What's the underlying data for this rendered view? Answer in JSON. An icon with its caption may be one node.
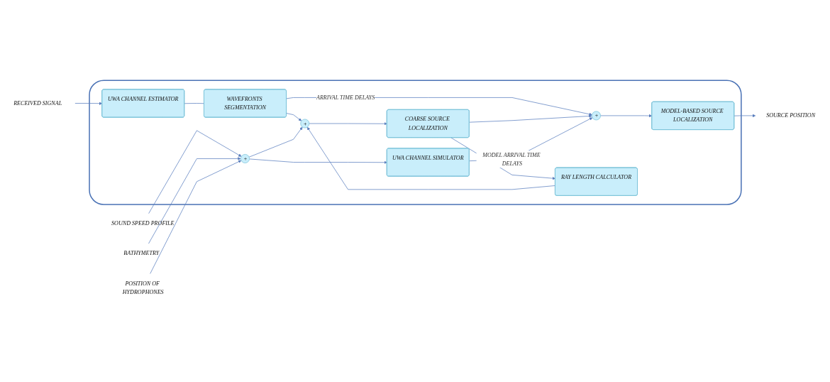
{
  "diagram": {
    "nodes": [
      {
        "text": [
          "RECEIVED SIGNAL"
        ]
      },
      {
        "text": [
          "SOUND SPEED PROFILE"
        ]
      },
      {
        "text": [
          "BATHYMETRY"
        ]
      },
      {
        "text": [
          "POSITION OF HYDROPHONES"
        ]
      },
      {
        "text": [],
        "shape": "box"
      },
      {
        "text": [
          "UWA CHANNEL ESTIMATOR"
        ],
        "in": 4
      },
      {
        "text": [
          "WAVEFRONTS SEGMENTATION"
        ],
        "in": 4
      },
      {
        "text": [
          "COARSE SOURCE LOCALIZATION"
        ],
        "in": 4
      },
      {
        "text": [
          "MODEL-BASED SOURCE LOCALIZATION"
        ],
        "in": 4
      },
      {
        "text": [
          "+"
        ],
        "in": 4
      },
      {
        "text": [
          "+"
        ],
        "in": 4
      },
      {
        "text": [
          "+"
        ],
        "in": 4
      },
      {
        "text": [
          "RAY LENGTH CALCULATOR"
        ],
        "in": 4
      },
      {
        "text": [
          "UWA CHANNEL SIMULATOR"
        ],
        "in": 4
      },
      {
        "text": [
          "SOURCE POSITION"
        ]
      }
    ],
    "edges": [
      {
        "from": 0,
        "to": 5,
        "arrow": "to"
      },
      {
        "from": 5,
        "to": 6,
        "arrow": "none"
      },
      {
        "from": 6,
        "to": 10,
        "arrow": "to"
      },
      {
        "from": 6,
        "to": 11,
        "arrow": "to",
        "label": "ARRIVAL TIME DELAYS"
      },
      {
        "from": 1,
        "to": 9,
        "arrow": "to"
      },
      {
        "from": 2,
        "to": 9,
        "arrow": "to"
      },
      {
        "from": 3,
        "to": 9,
        "arrow": "to"
      },
      {
        "from": 9,
        "to": 10,
        "arrow": "to"
      },
      {
        "from": 9,
        "to": 13,
        "arrow": "to"
      },
      {
        "from": 12,
        "to": 10,
        "arrow": "to"
      },
      {
        "from": 10,
        "to": 7,
        "arrow": "to"
      },
      {
        "from": 7,
        "to": 11,
        "arrow": "to"
      },
      {
        "from": 7,
        "to": 12,
        "arrow": "to"
      },
      {
        "from": 13,
        "to": 11,
        "arrow": "to",
        "label": "MODEL ARRIVAL TIME DELAYS"
      },
      {
        "from": 11,
        "to": 8,
        "arrow": "to"
      },
      {
        "from": 8,
        "to": 14,
        "arrow": "to"
      }
    ]
  }
}
